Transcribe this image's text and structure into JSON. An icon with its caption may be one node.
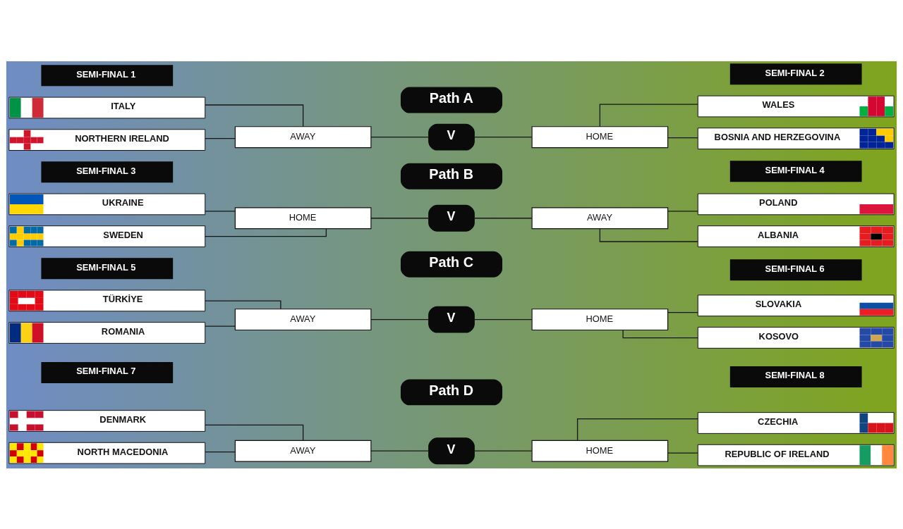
{
  "diagram": {
    "nodes": [
      {
        "text": [
          "ITALY"
        ]
      },
      {
        "text": [
          "Path A"
        ]
      },
      {
        "text": [
          "WALES"
        ]
      },
      {
        "text": [
          "SEMI-FINAL 1"
        ]
      },
      {
        "text": [
          "AWAY"
        ]
      },
      {
        "text": [
          "V"
        ]
      },
      {
        "text": [
          "HOME"
        ]
      },
      {
        "text": [
          "SEMI-FINAL 2"
        ]
      },
      {
        "text": [
          "NORTHERN IRELAND"
        ]
      },
      {
        "text": [
          "BOSNIA AND HERZEGOVINA"
        ]
      },
      {
        "text": [
          "UKRAINE"
        ]
      },
      {
        "text": [
          "Path B"
        ]
      },
      {
        "text": [
          "POLAND"
        ]
      },
      {
        "text": [
          "SEMI-FINAL 3"
        ]
      },
      {
        "text": [
          "HOME"
        ]
      },
      {
        "text": [
          "V"
        ]
      },
      {
        "text": [
          "AWAY"
        ]
      },
      {
        "text": [
          "SEMI-FINAL 4"
        ]
      },
      {
        "text": [
          "SWEDEN"
        ]
      },
      {
        "text": [
          "ALBANIA"
        ]
      },
      {
        "text": [
          "TÜRKİYE"
        ]
      },
      {
        "text": [
          "Path C"
        ]
      },
      {
        "text": [
          "SLOVAKIA"
        ]
      },
      {
        "text": [
          "SEMI-FINAL 5"
        ]
      },
      {
        "text": [
          "AWAY"
        ]
      },
      {
        "text": [
          "V"
        ]
      },
      {
        "text": [
          "HOME"
        ]
      },
      {
        "text": [
          "SEMI-FINAL 6"
        ]
      },
      {
        "text": [
          "ROMANIA"
        ]
      },
      {
        "text": [
          "KOSOVO"
        ]
      },
      {
        "text": [
          "DENMARK"
        ]
      },
      {
        "text": [
          "Path D"
        ]
      },
      {
        "text": [
          "CZECHIA"
        ]
      },
      {
        "text": [
          "SEMI-FINAL 7"
        ]
      },
      {
        "text": [
          "AWAY"
        ]
      },
      {
        "text": [
          "V"
        ]
      },
      {
        "text": [
          "HOME"
        ]
      },
      {
        "text": [
          "SEMI-FINAL 8"
        ]
      },
      {
        "text": [
          "NORTH MACEDONIA"
        ]
      },
      {
        "text": [
          "REPUBLIC OF IRELAND"
        ]
      }
    ],
    "edges": [
      {
        "from": 0,
        "to": 4,
        "arrow": "none"
      },
      {
        "from": 8,
        "to": 4,
        "arrow": "none"
      },
      {
        "from": 4,
        "to": 5,
        "arrow": "none"
      },
      {
        "from": 5,
        "to": 6,
        "arrow": "none"
      },
      {
        "from": 6,
        "to": 2,
        "arrow": "none"
      },
      {
        "from": 6,
        "to": 9,
        "arrow": "none"
      },
      {
        "from": 10,
        "to": 14,
        "arrow": "none"
      },
      {
        "from": 18,
        "to": 14,
        "arrow": "none"
      },
      {
        "from": 14,
        "to": 15,
        "arrow": "none"
      },
      {
        "from": 15,
        "to": 16,
        "arrow": "none"
      },
      {
        "from": 16,
        "to": 12,
        "arrow": "none"
      },
      {
        "from": 16,
        "to": 19,
        "arrow": "none"
      },
      {
        "from": 20,
        "to": 24,
        "arrow": "none"
      },
      {
        "from": 28,
        "to": 24,
        "arrow": "none"
      },
      {
        "from": 24,
        "to": 25,
        "arrow": "none"
      },
      {
        "from": 25,
        "to": 26,
        "arrow": "none"
      },
      {
        "from": 26,
        "to": 22,
        "arrow": "none"
      },
      {
        "from": 26,
        "to": 29,
        "arrow": "none"
      },
      {
        "from": 30,
        "to": 34,
        "arrow": "none"
      },
      {
        "from": 38,
        "to": 34,
        "arrow": "none"
      },
      {
        "from": 34,
        "to": 35,
        "arrow": "none"
      },
      {
        "from": 35,
        "to": 36,
        "arrow": "none"
      },
      {
        "from": 36,
        "to": 32,
        "arrow": "none"
      },
      {
        "from": 36,
        "to": 39,
        "arrow": "none"
      }
    ]
  }
}
